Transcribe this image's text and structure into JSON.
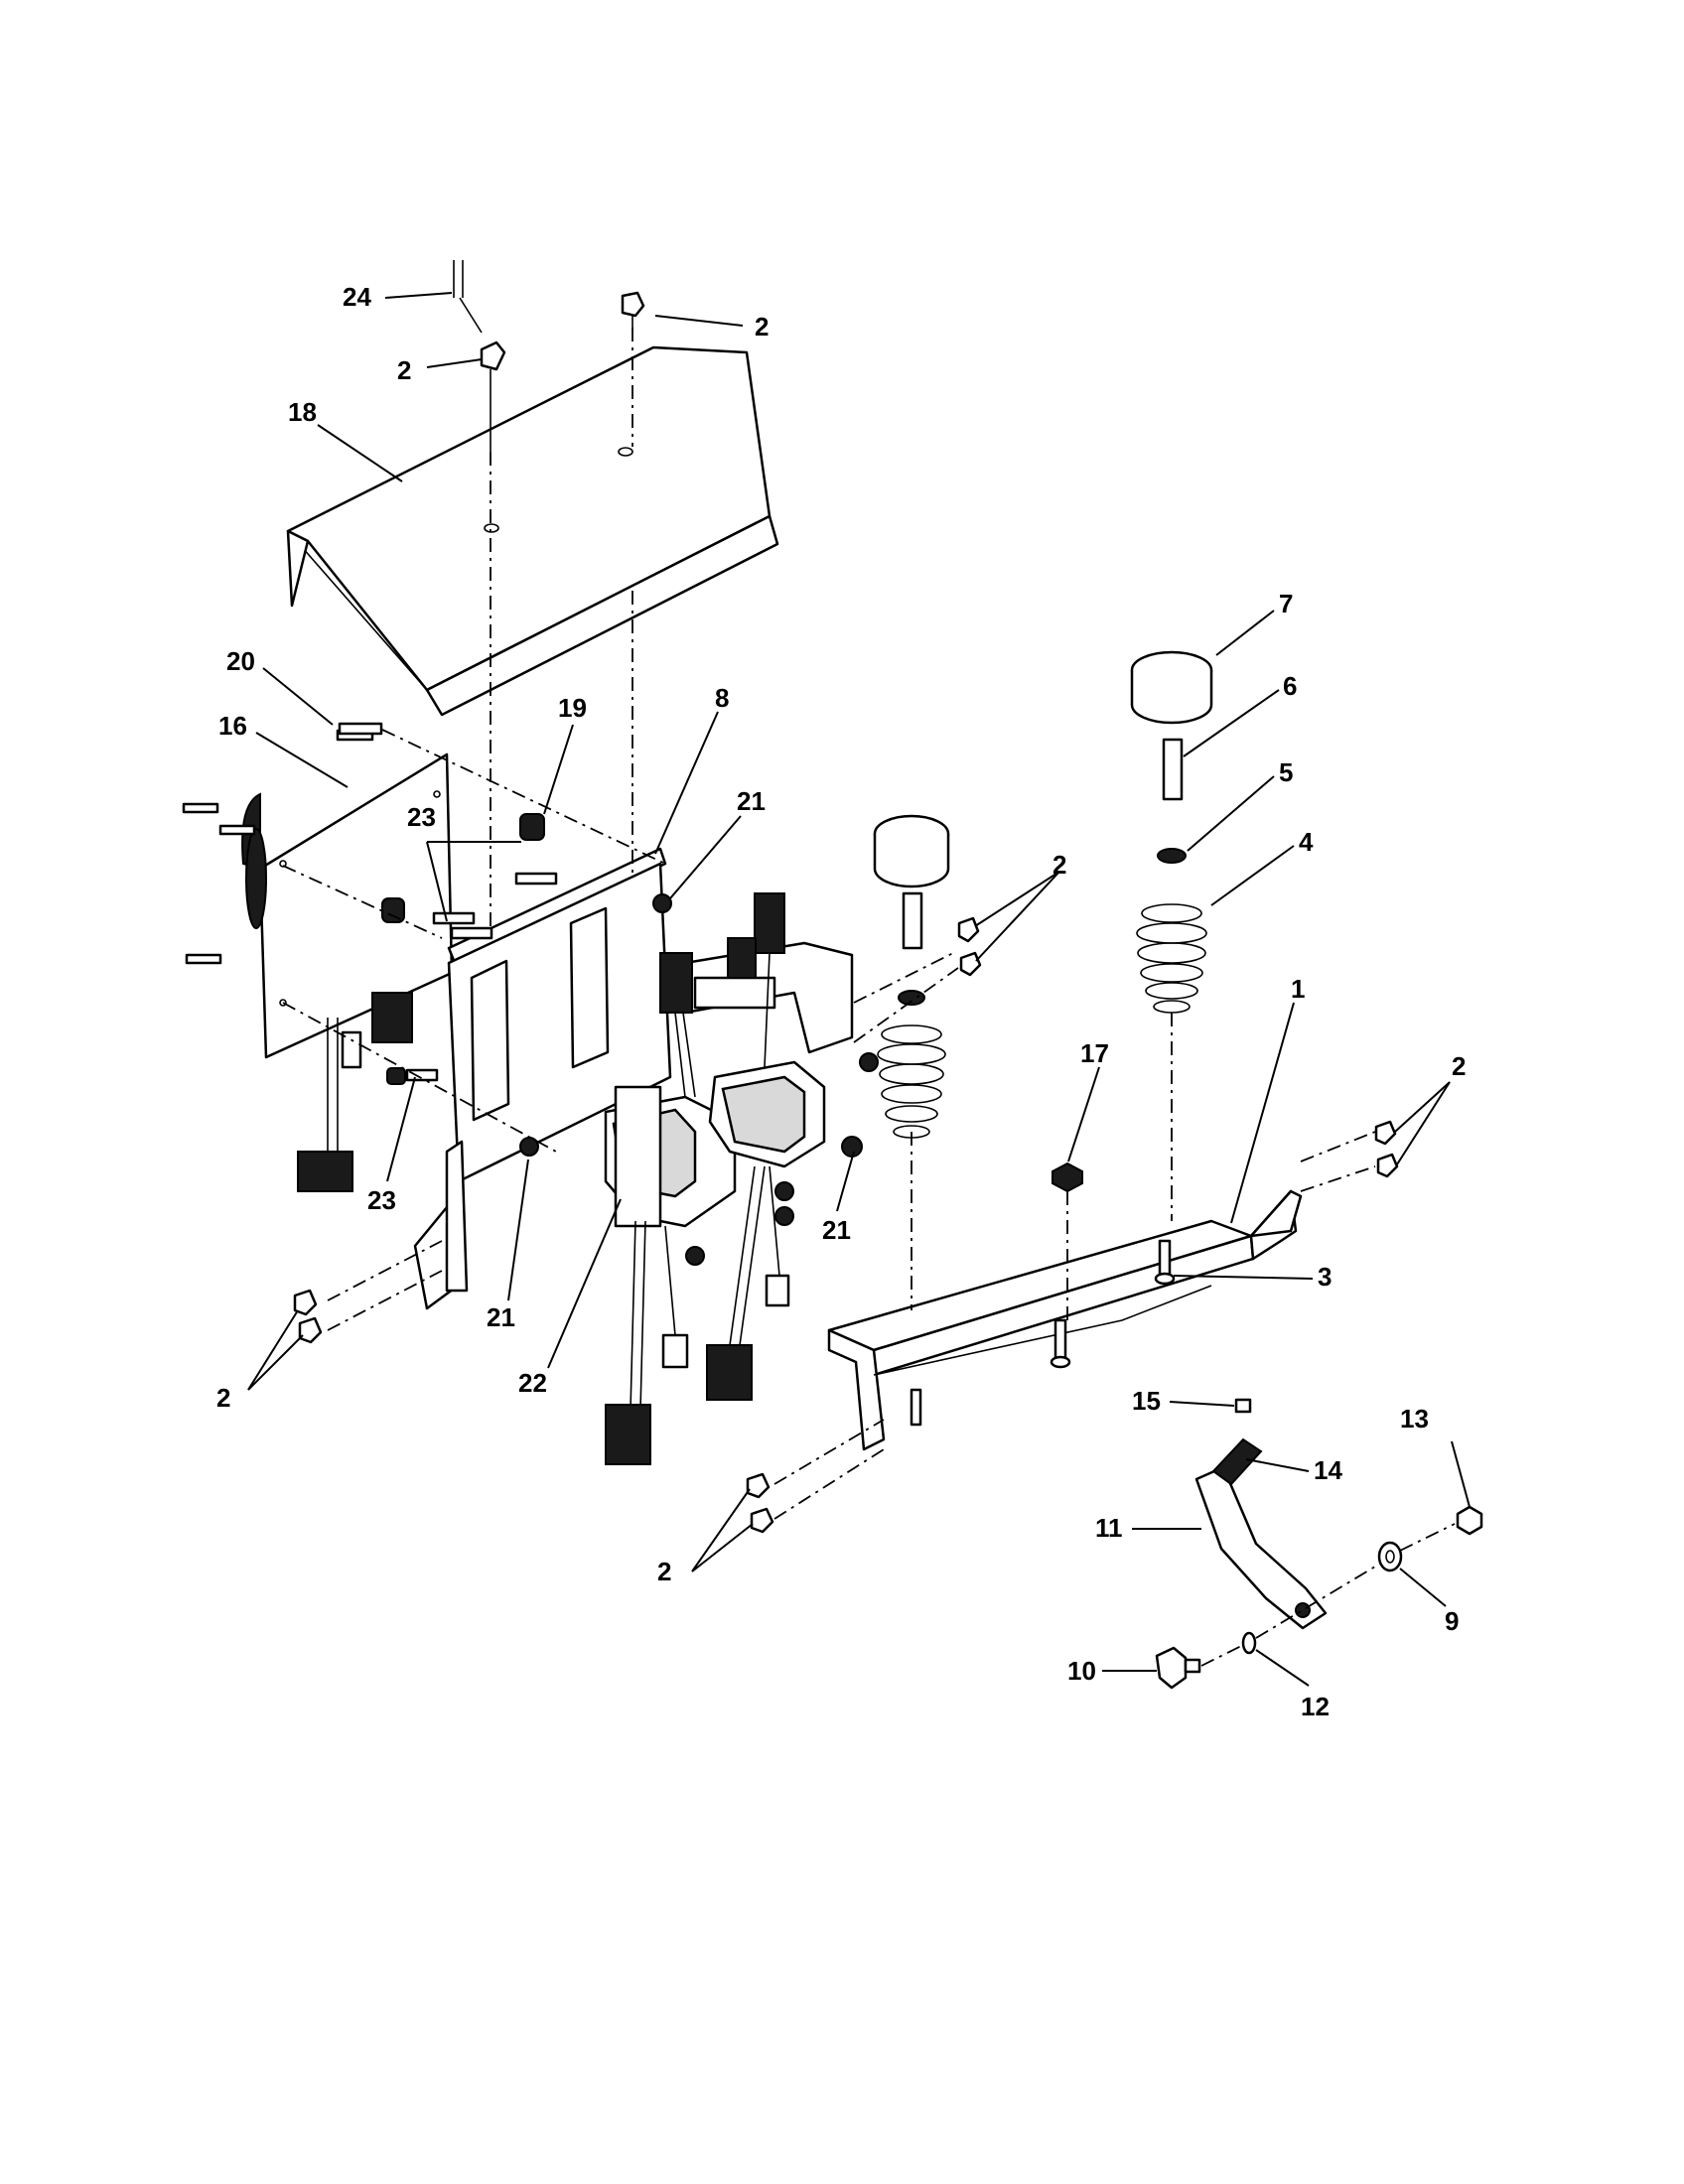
{
  "callouts": [
    {
      "id": "c24",
      "text": "24"
    },
    {
      "id": "c2a",
      "text": "2"
    },
    {
      "id": "c2b",
      "text": "2"
    },
    {
      "id": "c18",
      "text": "18"
    },
    {
      "id": "c7",
      "text": "7"
    },
    {
      "id": "c6",
      "text": "6"
    },
    {
      "id": "c5",
      "text": "5"
    },
    {
      "id": "c4",
      "text": "4"
    },
    {
      "id": "c20",
      "text": "20"
    },
    {
      "id": "c16",
      "text": "16"
    },
    {
      "id": "c19",
      "text": "19"
    },
    {
      "id": "c8",
      "text": "8"
    },
    {
      "id": "c21a",
      "text": "21"
    },
    {
      "id": "c23a",
      "text": "23"
    },
    {
      "id": "c2c",
      "text": "2"
    },
    {
      "id": "c1",
      "text": "1"
    },
    {
      "id": "c17",
      "text": "17"
    },
    {
      "id": "c2d",
      "text": "2"
    },
    {
      "id": "c23b",
      "text": "23"
    },
    {
      "id": "c21b",
      "text": "21"
    },
    {
      "id": "c3",
      "text": "3"
    },
    {
      "id": "c21c",
      "text": "21"
    },
    {
      "id": "c22",
      "text": "22"
    },
    {
      "id": "c2e",
      "text": "2"
    },
    {
      "id": "c15",
      "text": "15"
    },
    {
      "id": "c13",
      "text": "13"
    },
    {
      "id": "c14",
      "text": "14"
    },
    {
      "id": "c11",
      "text": "11"
    },
    {
      "id": "c9",
      "text": "9"
    },
    {
      "id": "c2f",
      "text": "2"
    },
    {
      "id": "c10",
      "text": "10"
    },
    {
      "id": "c12",
      "text": "12"
    }
  ]
}
